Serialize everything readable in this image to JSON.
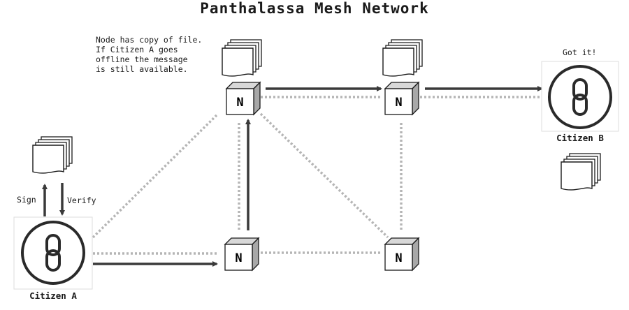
{
  "title": "Panthalassa Mesh Network",
  "note": "Node has copy of file.\nIf Citizen A goes\noffline the message\nis still available.",
  "node_letter": "N",
  "citizen_a": {
    "name": "Citizen A",
    "sign_label": "Sign",
    "verify_label": "Verify"
  },
  "citizen_b": {
    "name": "Citizen B",
    "got_label": "Got it!"
  },
  "colors": {
    "arrow": "#3a3a3a",
    "dotted": "#b5b5b5",
    "node_front": "#ffffff",
    "node_top": "#d8d8d8",
    "node_side": "#a8a8a8"
  }
}
